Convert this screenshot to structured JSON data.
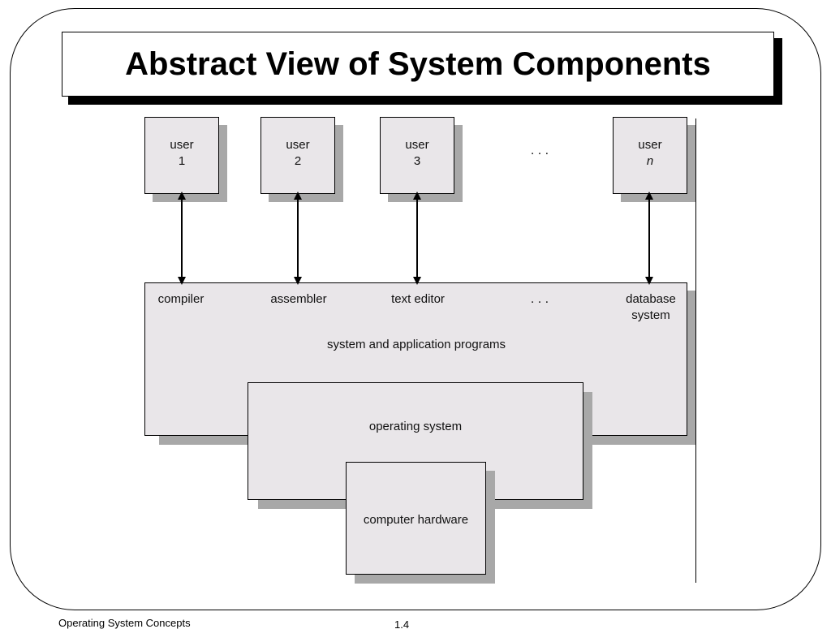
{
  "title": "Abstract View of System Components",
  "users": [
    {
      "label": "user",
      "number": "1",
      "italic": false
    },
    {
      "label": "user",
      "number": "2",
      "italic": false
    },
    {
      "label": "user",
      "number": "3",
      "italic": false
    },
    {
      "label": "user",
      "number": "n",
      "italic": true
    }
  ],
  "user_ellipsis": ". . .",
  "programs": {
    "items": [
      "compiler",
      "assembler",
      "text editor"
    ],
    "ellipsis": ". . .",
    "database_line1": "database",
    "database_line2": "system",
    "layer_label": "system and application programs"
  },
  "operating_system": "operating system",
  "computer_hardware": "computer hardware",
  "footer": {
    "course": "Operating System Concepts",
    "page": "1.4"
  }
}
